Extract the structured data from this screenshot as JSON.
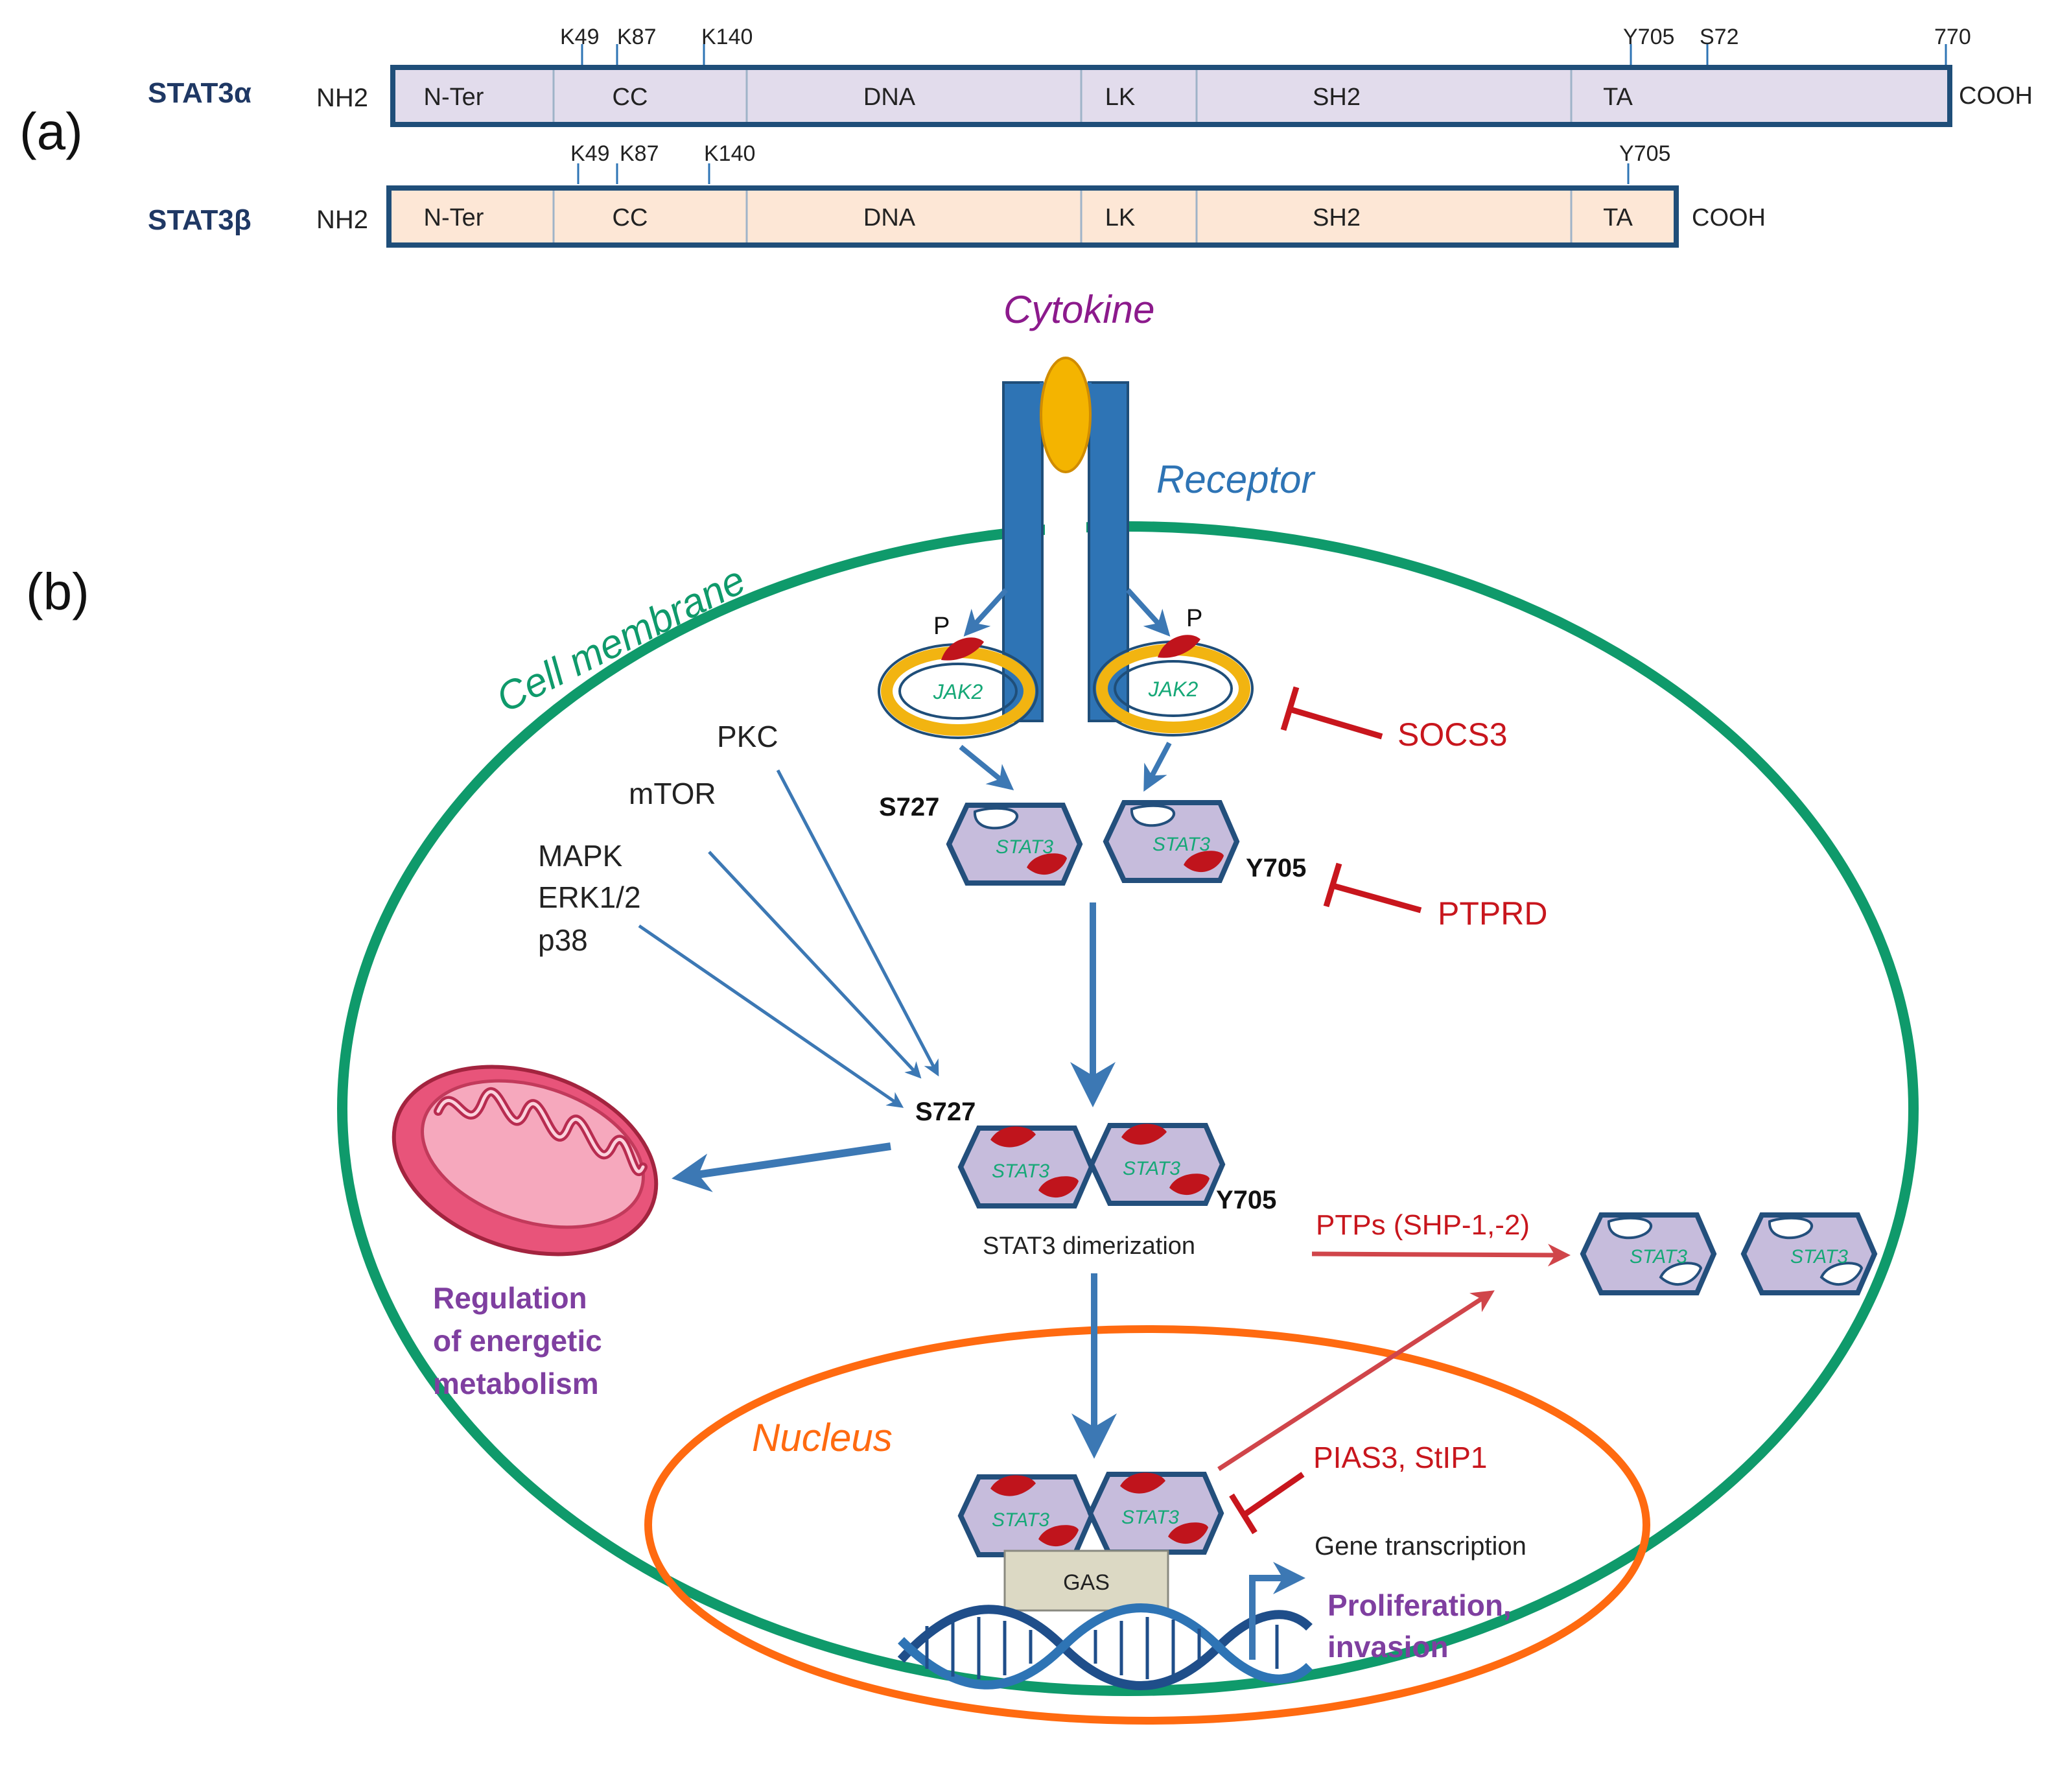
{
  "panel_labels": {
    "a": "(a)",
    "b": "(b)"
  },
  "domain_bars": {
    "alpha": {
      "name": "STAT3α",
      "nh2": "NH2",
      "cooh": "COOH",
      "domains": [
        "N-Ter",
        "CC",
        "DNA",
        "LK",
        "SH2",
        "TA"
      ],
      "sites": [
        "K49",
        "K87",
        "K140",
        "Y705",
        "S72",
        "770"
      ]
    },
    "beta": {
      "name": "STAT3β",
      "nh2": "NH2",
      "cooh": "COOH",
      "domains": [
        "N-Ter",
        "CC",
        "DNA",
        "LK",
        "SH2",
        "TA"
      ],
      "sites": [
        "K49",
        "K87",
        "K140",
        "Y705"
      ]
    }
  },
  "labels": {
    "cytokine": "Cytokine",
    "receptor": "Receptor",
    "cell_membrane": "Cell membrane",
    "nucleus": "Nucleus",
    "jak2": "JAK2",
    "p": "P",
    "stat3": "STAT3",
    "s727": "S727",
    "y705": "Y705",
    "socs3": "SOCS3",
    "ptprd": "PTPRD",
    "pkc": "PKC",
    "mtor": "mTOR",
    "mapk": "MAPK",
    "erk": "ERK1/2",
    "p38": "p38",
    "dimerization": "STAT3 dimerization",
    "ptps": "PTPs (SHP-1,-2)",
    "pias": "PIAS3,  StIP1",
    "gas": "GAS",
    "gene_transcription": "Gene transcription",
    "prolif_1": "Proliferation,",
    "prolif_2": "invasion",
    "reg_1": "Regulation",
    "reg_2": "of energetic",
    "reg_3": "metabolism"
  },
  "colors": {
    "membrane": "#0f9a6b",
    "nucleus": "#ff6a10",
    "receptor": "#2e74b5",
    "arrow": "#3c78b4",
    "inhibitor": "#c8161d",
    "purple_text": "#7f3fa0",
    "alpha_fill": "#e2dcec",
    "beta_fill": "#fde7d6",
    "bar_border": "#1f4e79",
    "stat3_fill": "#c6bcdc",
    "stat3_text": "#16a877",
    "p_site": "#c0141c",
    "jak2_ring": "#f2b411",
    "cytokine": "#f4b400",
    "magenta_text": "#8c1a8c"
  }
}
